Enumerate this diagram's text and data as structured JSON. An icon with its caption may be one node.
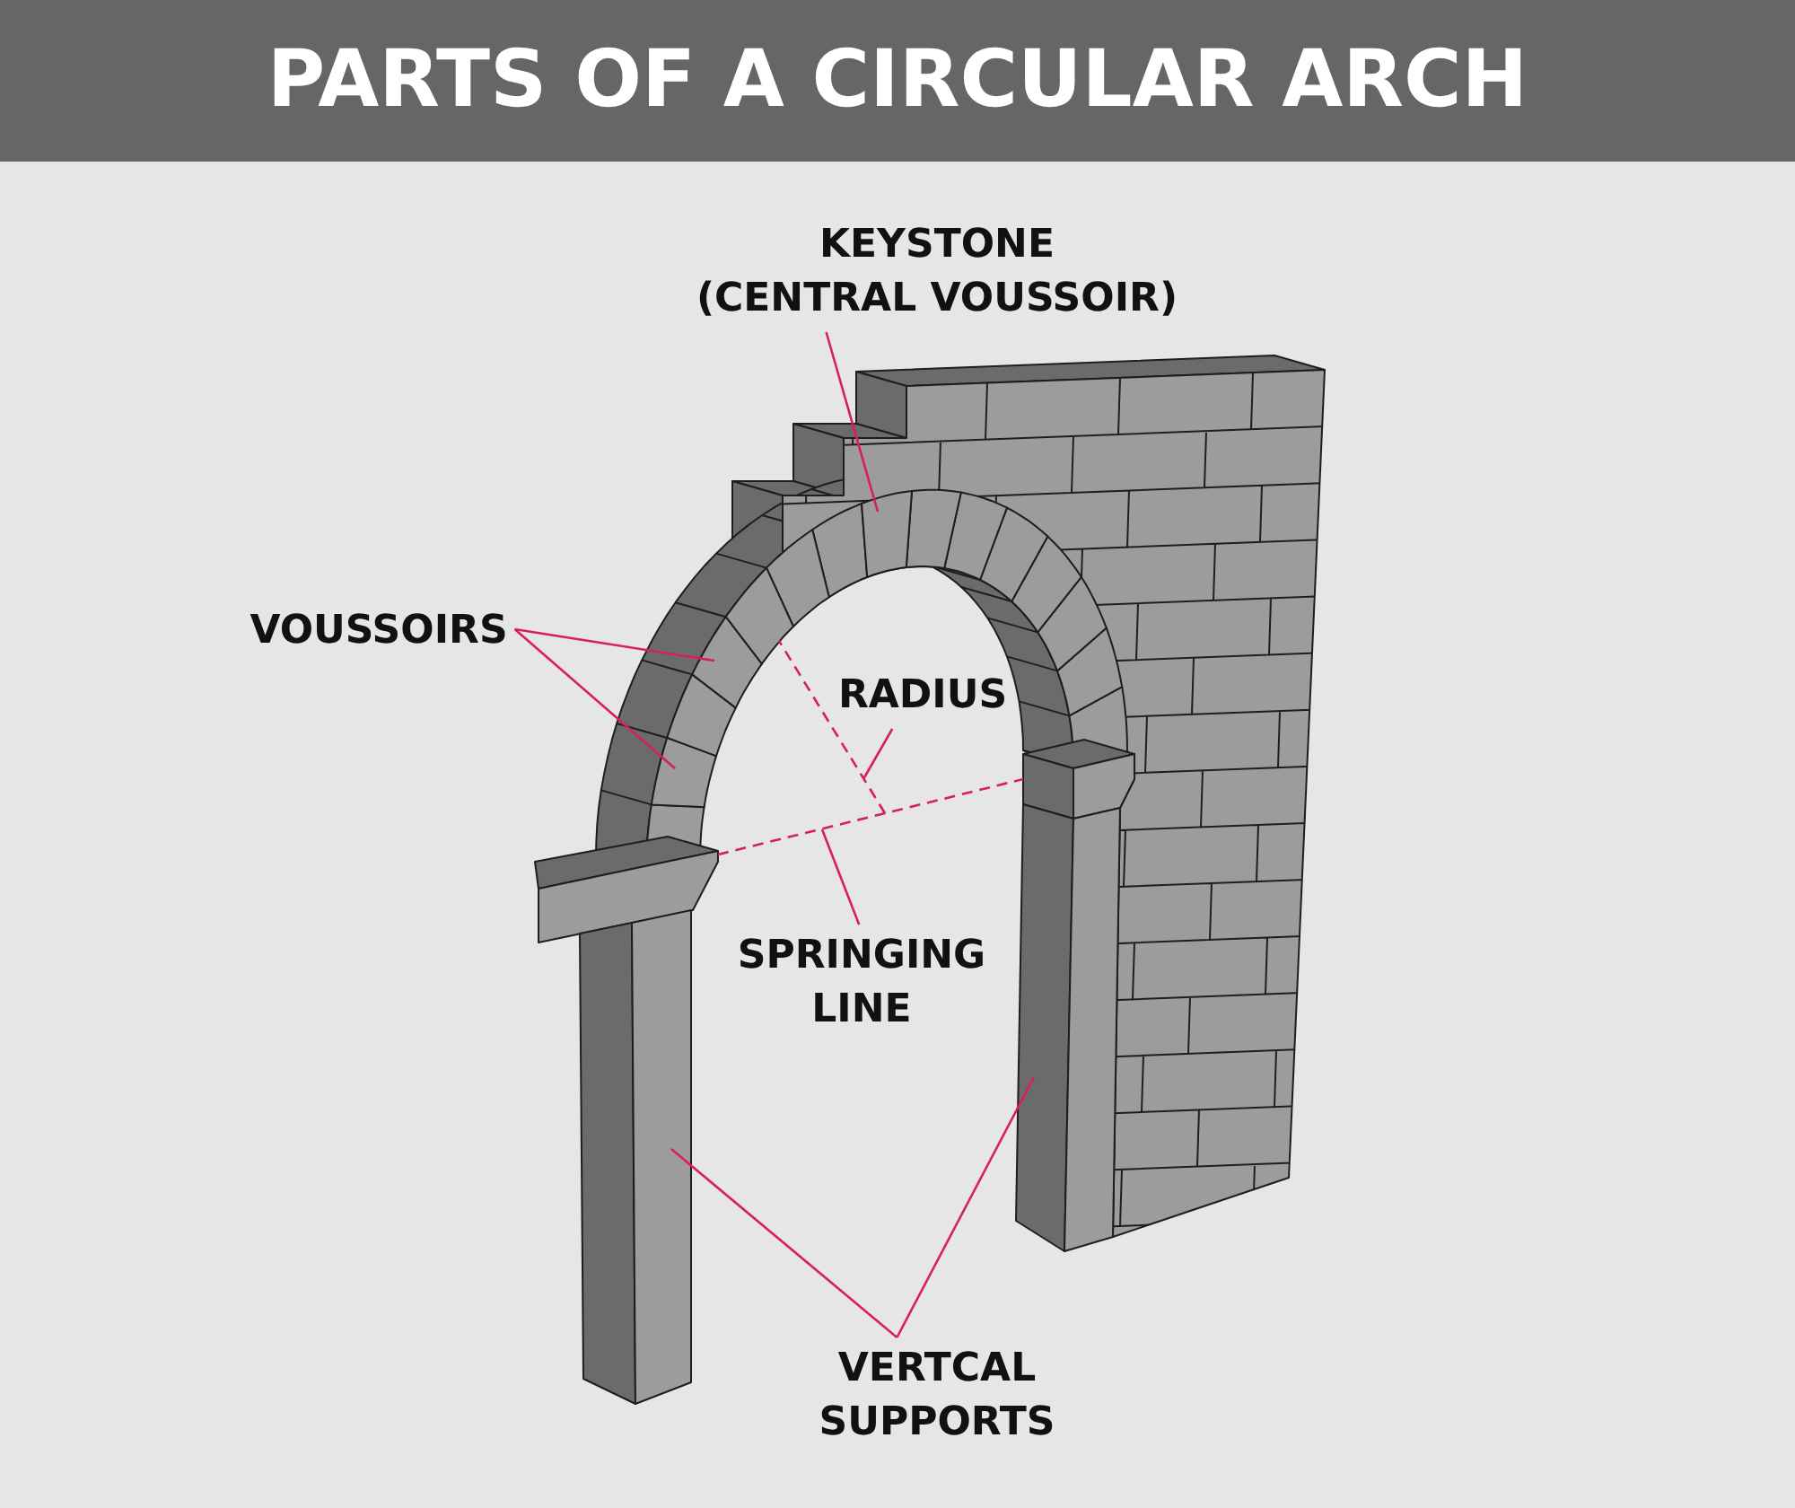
{
  "diagram": {
    "title": "PARTS OF A CIRCULAR ARCH",
    "nodes": [
      {
        "text": [
          "KEYSTONE (CENTRAL VOUSSOIR)"
        ]
      },
      {
        "text": [],
        "shape": "box"
      },
      {
        "text": [
          "VOUSSOIRS"
        ]
      },
      {
        "text": [],
        "shape": "box"
      },
      {
        "text": [],
        "shape": "box"
      },
      {
        "text": [
          "RADIUS"
        ]
      },
      {
        "text": [],
        "shape": "line"
      },
      {
        "text": [
          "SPRINGING LINE"
        ]
      },
      {
        "text": [],
        "shape": "line"
      },
      {
        "text": [
          "VERTCAL SUPPORTS"
        ]
      },
      {
        "text": [],
        "shape": "bar"
      },
      {
        "text": [],
        "shape": "bar"
      }
    ],
    "edges": [
      {
        "from": 0,
        "to": 1,
        "arrow": "none"
      },
      {
        "from": 2,
        "to": 3,
        "arrow": "none"
      },
      {
        "from": 2,
        "to": 4,
        "arrow": "none"
      },
      {
        "from": 5,
        "to": 6,
        "arrow": "none"
      },
      {
        "from": 7,
        "to": 8,
        "arrow": "none"
      },
      {
        "from": 9,
        "to": 10,
        "arrow": "none"
      },
      {
        "from": 9,
        "to": 11,
        "arrow": "none"
      }
    ]
  }
}
